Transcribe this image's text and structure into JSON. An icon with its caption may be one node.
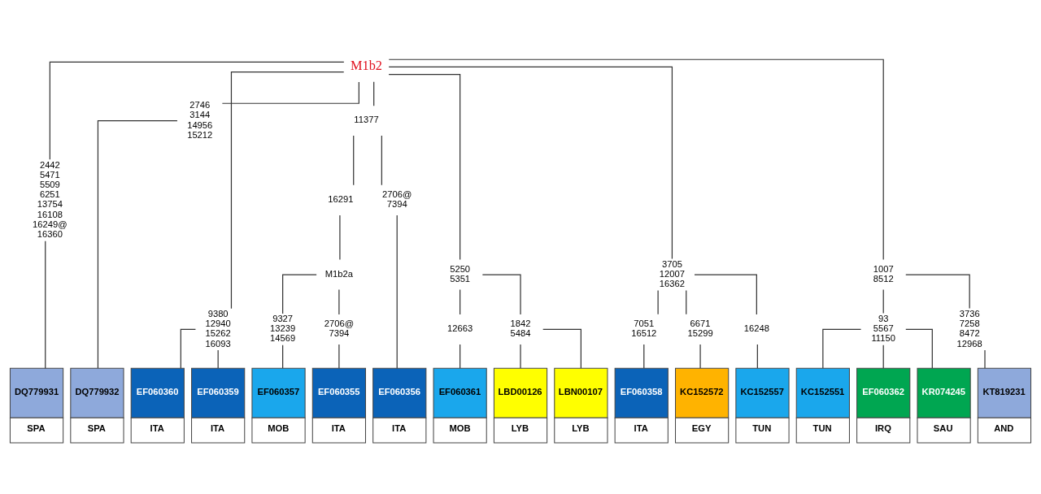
{
  "diagram": {
    "nodes": [
      {
        "text": [
          "M1b2"
        ]
      },
      {
        "text": [
          "2442",
          "5471",
          "5509",
          "6251",
          "13754",
          "16108",
          "16249@",
          "16360"
        ]
      },
      {
        "text": [
          "DQ779931",
          "SPA"
        ]
      },
      {
        "text": [
          "2746",
          "3144",
          "14956",
          "15212"
        ]
      },
      {
        "text": [
          "DQ779932",
          "SPA"
        ]
      },
      {
        "text": [
          "9380",
          "12940",
          "15262",
          "16093"
        ]
      },
      {
        "text": [
          "EF060360",
          "ITA"
        ]
      },
      {
        "text": [
          "EF060359",
          "ITA"
        ]
      },
      {
        "text": [
          "11377"
        ]
      },
      {
        "text": [
          "16291"
        ]
      },
      {
        "text": [
          "M1b2a"
        ]
      },
      {
        "text": [
          "9327",
          "13239",
          "14569"
        ]
      },
      {
        "text": [
          "EF060357",
          "MOB"
        ]
      },
      {
        "text": [
          "2706@",
          "7394"
        ]
      },
      {
        "text": [
          "EF060355",
          "ITA"
        ]
      },
      {
        "text": [
          "2706@",
          "7394"
        ]
      },
      {
        "text": [
          "EF060356",
          "ITA"
        ]
      },
      {
        "text": [
          "5250",
          "5351"
        ]
      },
      {
        "text": [
          "12663"
        ]
      },
      {
        "text": [
          "EF060361",
          "MOB"
        ]
      },
      {
        "text": [
          "1842",
          "5484"
        ]
      },
      {
        "text": [
          "LBD00126",
          "LYB"
        ]
      },
      {
        "text": [
          "LBN00107",
          "LYB"
        ]
      },
      {
        "text": [
          "3705",
          "12007",
          "16362"
        ]
      },
      {
        "text": [
          "7051",
          "16512"
        ]
      },
      {
        "text": [
          "EF060358",
          "ITA"
        ]
      },
      {
        "text": [
          "6671",
          "15299"
        ]
      },
      {
        "text": [
          "KC152572",
          "EGY"
        ]
      },
      {
        "text": [
          "16248"
        ]
      },
      {
        "text": [
          "KC152557",
          "TUN"
        ]
      },
      {
        "text": [
          "1007",
          "8512"
        ]
      },
      {
        "text": [
          "93",
          "5567",
          "11150"
        ]
      },
      {
        "text": [
          "KC152551",
          "TUN"
        ]
      },
      {
        "text": [
          "EF060362",
          "IRQ"
        ]
      },
      {
        "text": [
          "KR074245",
          "SAU"
        ]
      },
      {
        "text": [
          "3736",
          "7258",
          "8472",
          "12968"
        ]
      },
      {
        "text": [
          "KT819231",
          "AND"
        ]
      }
    ],
    "edges": [
      {
        "from": 0,
        "to": 1,
        "arrow": "none"
      },
      {
        "from": 1,
        "to": 2,
        "arrow": "none"
      },
      {
        "from": 0,
        "to": 3,
        "arrow": "none"
      },
      {
        "from": 3,
        "to": 4,
        "arrow": "none"
      },
      {
        "from": 0,
        "to": 5,
        "arrow": "none"
      },
      {
        "from": 5,
        "to": 6,
        "arrow": "none"
      },
      {
        "from": 5,
        "to": 7,
        "arrow": "none"
      },
      {
        "from": 0,
        "to": 8,
        "arrow": "none"
      },
      {
        "from": 8,
        "to": 9,
        "arrow": "none"
      },
      {
        "from": 9,
        "to": 10,
        "arrow": "none"
      },
      {
        "from": 10,
        "to": 11,
        "arrow": "none"
      },
      {
        "from": 11,
        "to": 12,
        "arrow": "none"
      },
      {
        "from": 10,
        "to": 13,
        "arrow": "none"
      },
      {
        "from": 13,
        "to": 14,
        "arrow": "none"
      },
      {
        "from": 8,
        "to": 15,
        "arrow": "none"
      },
      {
        "from": 15,
        "to": 16,
        "arrow": "none"
      },
      {
        "from": 0,
        "to": 17,
        "arrow": "none"
      },
      {
        "from": 17,
        "to": 18,
        "arrow": "none"
      },
      {
        "from": 18,
        "to": 19,
        "arrow": "none"
      },
      {
        "from": 17,
        "to": 20,
        "arrow": "none"
      },
      {
        "from": 20,
        "to": 21,
        "arrow": "none"
      },
      {
        "from": 20,
        "to": 22,
        "arrow": "none"
      },
      {
        "from": 0,
        "to": 23,
        "arrow": "none"
      },
      {
        "from": 23,
        "to": 24,
        "arrow": "none"
      },
      {
        "from": 24,
        "to": 25,
        "arrow": "none"
      },
      {
        "from": 23,
        "to": 26,
        "arrow": "none"
      },
      {
        "from": 26,
        "to": 27,
        "arrow": "none"
      },
      {
        "from": 23,
        "to": 28,
        "arrow": "none"
      },
      {
        "from": 28,
        "to": 29,
        "arrow": "none"
      },
      {
        "from": 0,
        "to": 30,
        "arrow": "none"
      },
      {
        "from": 30,
        "to": 31,
        "arrow": "none"
      },
      {
        "from": 31,
        "to": 32,
        "arrow": "none"
      },
      {
        "from": 31,
        "to": 33,
        "arrow": "none"
      },
      {
        "from": 31,
        "to": 34,
        "arrow": "none"
      },
      {
        "from": 30,
        "to": 35,
        "arrow": "none"
      },
      {
        "from": 35,
        "to": 36,
        "arrow": "none"
      }
    ]
  }
}
